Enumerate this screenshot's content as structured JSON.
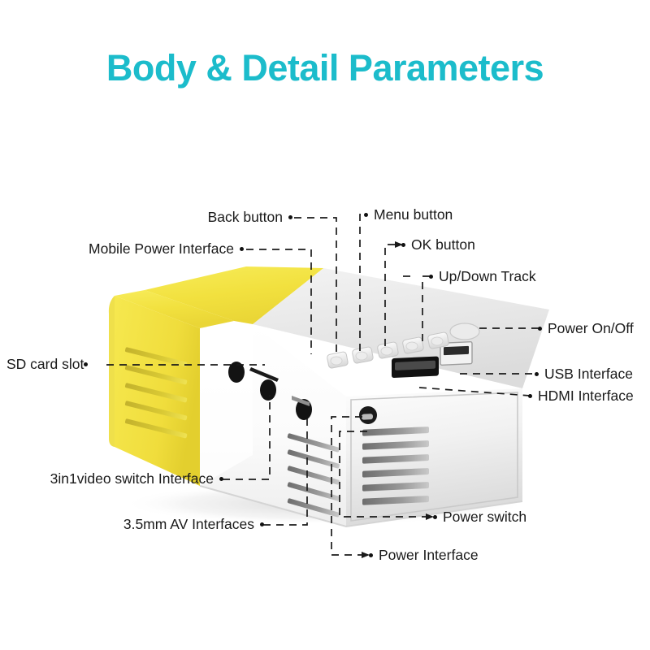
{
  "page": {
    "title": "Body & Detail Parameters",
    "title_color": "#1cbccb",
    "background_color": "#ffffff"
  },
  "product": {
    "type": "mini-projector",
    "body_color": "#ffffff",
    "accent_color": "#f3e244",
    "shadow_color": "#d9d9d9",
    "port_color": "#111111"
  },
  "callouts": {
    "back_button": {
      "label": "Back button"
    },
    "mobile_power_interface": {
      "label": "Mobile Power Interface"
    },
    "menu_button": {
      "label": "Menu button"
    },
    "ok_button": {
      "label": "OK button"
    },
    "up_down_track": {
      "label": "Up/Down Track"
    },
    "power_on_off": {
      "label": "Power On/Off"
    },
    "sd_card_slot": {
      "label": "SD card slot"
    },
    "usb_interface": {
      "label": "USB Interface"
    },
    "hdmi_interface": {
      "label": "HDMI Interface"
    },
    "video_switch_interface": {
      "label": "3in1video switch Interface"
    },
    "av_interfaces": {
      "label": "3.5mm AV Interfaces"
    },
    "power_switch": {
      "label": "Power switch"
    },
    "power_interface": {
      "label": "Power Interface"
    }
  },
  "icons": {
    "callout_marker": "dot-marker",
    "leader_line": "dashed-leader-line"
  }
}
